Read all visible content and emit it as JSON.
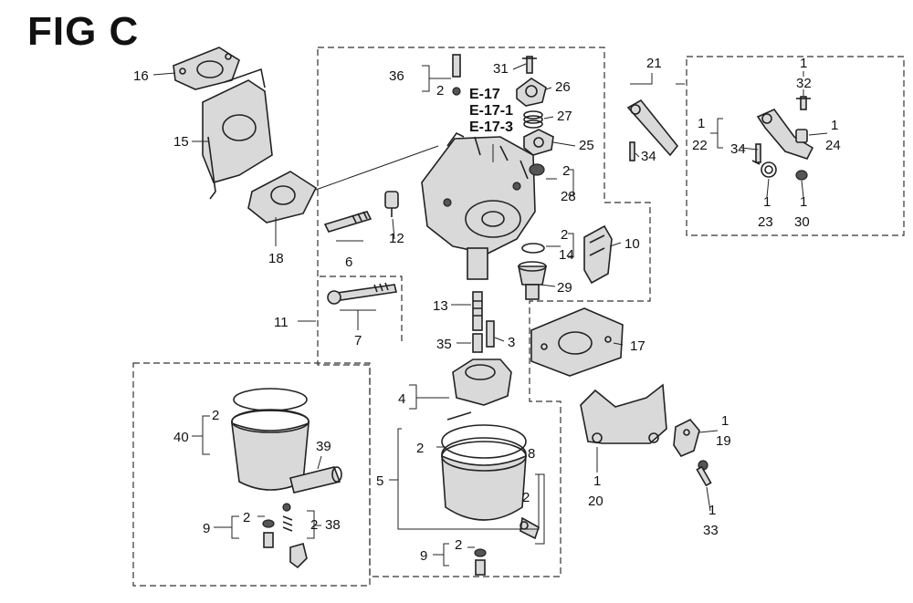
{
  "title": "FIG C",
  "callouts": {
    "c16": "16",
    "c15": "15",
    "c18": "18",
    "c36": "36",
    "c36q": "2",
    "c31": "31",
    "c26": "26",
    "c27": "27",
    "c25": "25",
    "c28q": "2",
    "c28": "28",
    "ref1": "E-17",
    "ref2": "E-17-1",
    "ref3": "E-17-3",
    "c6": "6",
    "c12": "12",
    "c14q": "2",
    "c14": "14",
    "c29": "29",
    "c10": "10",
    "c11": "11",
    "c7": "7",
    "c13": "13",
    "c35": "35",
    "c3": "3",
    "c17": "17",
    "c4": "4",
    "c21": "21",
    "c34a": "34",
    "c22q": "1",
    "c22": "22",
    "c34b": "34",
    "c32q": "1",
    "c32": "32",
    "c24q": "1",
    "c24": "24",
    "c23q": "1",
    "c23": "23",
    "c30q": "1",
    "c30": "30",
    "c40q": "2",
    "c40": "40",
    "c39": "39",
    "c9aq": "2",
    "c9a": "9",
    "c38q": "2",
    "c38": "38",
    "c5": "5",
    "c5q": "2",
    "c8": "8",
    "c8q": "2",
    "c9bq": "2",
    "c9b": "9",
    "c20q": "1",
    "c20": "20",
    "c19q": "1",
    "c19": "19",
    "c33q": "1",
    "c33": "33"
  }
}
